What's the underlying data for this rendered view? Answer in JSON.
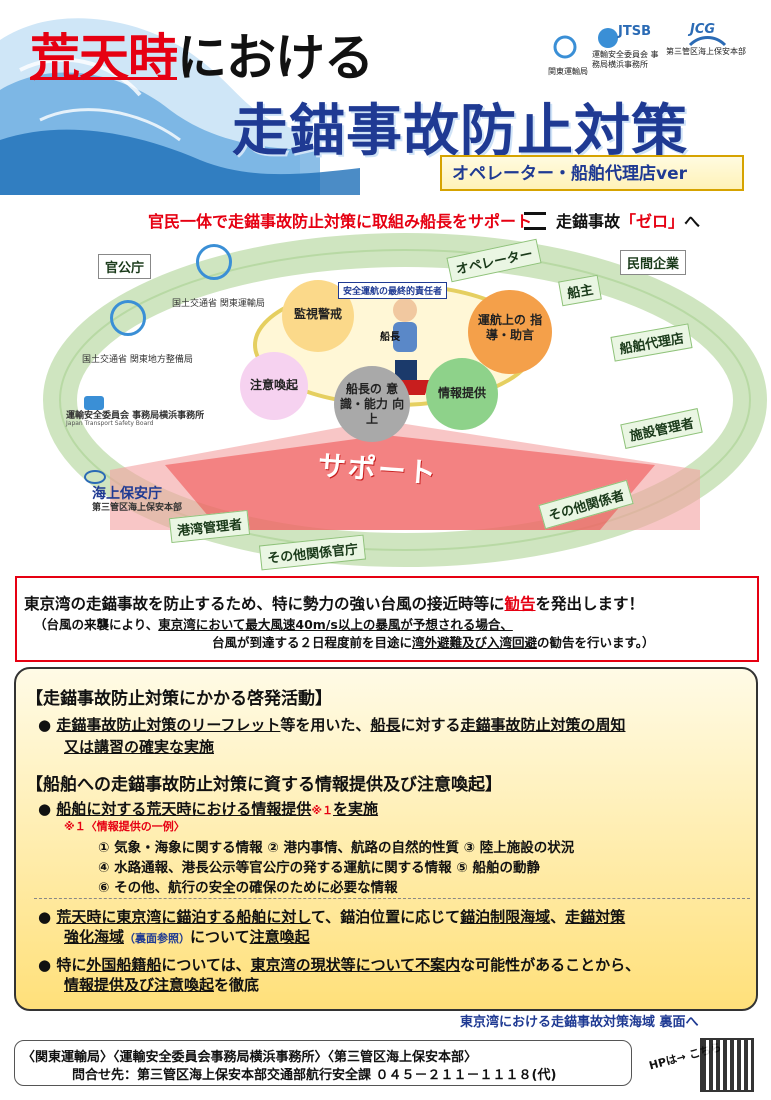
{
  "header": {
    "title_red": "荒天時",
    "title_rest": "における",
    "title_main": "走錨事故防止対策",
    "subtitle": "オペレーター・船舶代理店ver",
    "logos": [
      "関東運輸局",
      "運輸安全委員会 事務局横浜事務所",
      "第三管区海上保安本部"
    ],
    "logo_jcg": "JCG",
    "logo_jtsb": "JTSB"
  },
  "slogan": {
    "part1": "官民一体で走錨事故防止対策に取組み船長をサポート",
    "part2": "走錨事故",
    "part3": "「ゼロ」",
    "part4": "へ"
  },
  "diagram": {
    "government": "官公庁",
    "private": "民間企業",
    "gov_orgs": [
      "国土交通省 関東運輸局",
      "国土交通省 関東地方整備局",
      "運輸安全委員会 事務局横浜事務所",
      "海上保安庁",
      "第三管区海上保安本部"
    ],
    "jtsb_en": "Japan Transport Safety Board",
    "ring_labels": [
      "オペレーター",
      "船主",
      "船舶代理店",
      "施設管理者",
      "その他関係者",
      "その他関係官庁",
      "港湾管理者"
    ],
    "captain_banner": "安全運航の最終的責任者",
    "captain": "船長",
    "circles": [
      "監視警戒",
      "運航上の 指導・助言",
      "注意喚起",
      "情報提供",
      "船長の 意識・能力 向上"
    ],
    "support": "サポート"
  },
  "notice": {
    "line1_a": "東京湾の走錨事故を防止するため、特に勢力の強い台風の接近時等に",
    "line1_b": "勧告",
    "line1_c": "を発出します！",
    "line2_a": "（台風の来襲により、",
    "line2_b": "東京湾において最大風速40m/s以上の暴風が予想される場合、",
    "line3_a": "台風が到達する２日程度前を目途に",
    "line3_b": "湾外避難及び入湾回避",
    "line3_c": "の勧告を行います。）"
  },
  "measures": {
    "h1": "【走錨事故防止対策にかかる啓発活動】",
    "b1_a": "走錨事故防止対策のリーフレット",
    "b1_b": "等を用いた、",
    "b1_c": "船長",
    "b1_d": "に対する",
    "b1_e": "走錨事故防止対策の周知",
    "b1_f": "又は講習の確実な実施",
    "h2": "【船舶への走錨事故防止対策に資する情報提供及び注意喚起】",
    "b2_a": "船舶に対する荒天時における情報提供",
    "b2_note": "※１",
    "b2_b": "を実施",
    "ex_title": "※１〈情報提供の一例〉",
    "ex_items": [
      "① 気象・海象に関する情報 ② 港内事情、航路の自然的性質 ③ 陸上施設の状況",
      "④ 水路通報、港長公示等官公庁の発する運航に関する情報 ⑤ 船舶の動静",
      "⑥ その他、航行の安全の確保のために必要な情報"
    ],
    "b3_a": "荒天時に東京湾に錨泊する船舶に対し",
    "b3_b": "て、錨泊位置に応じて",
    "b3_c": "錨泊制限海域",
    "b3_d": "、",
    "b3_e": "走錨対策",
    "b3_f": "強化海域",
    "b3_g": "（裏面参照）",
    "b3_h": "について",
    "b3_i": "注意喚起",
    "b4_a": "特に",
    "b4_b": "外国船籍船",
    "b4_c": "については、",
    "b4_d": "東京湾の現状等について不案内",
    "b4_e": "な可能性があることから、",
    "b4_f": "情報提供及び注意喚起",
    "b4_g": "を徹底"
  },
  "footer": {
    "back_link": "東京湾における走錨事故対策海域 裏面へ",
    "orgs": "〈関東運輸局〉〈運輸安全委員会事務局横浜事務所〉〈第三管区海上保安本部〉",
    "contact": "問合せ先：第三管区海上保安本部交通部航行安全課 ０４５－２１１－１１１８(代)",
    "hp": "HPは→ こちら"
  },
  "colors": {
    "red": "#e60012",
    "navy": "#1f3a93",
    "green": "#8fc27a",
    "yellow": "#ffe07a"
  }
}
